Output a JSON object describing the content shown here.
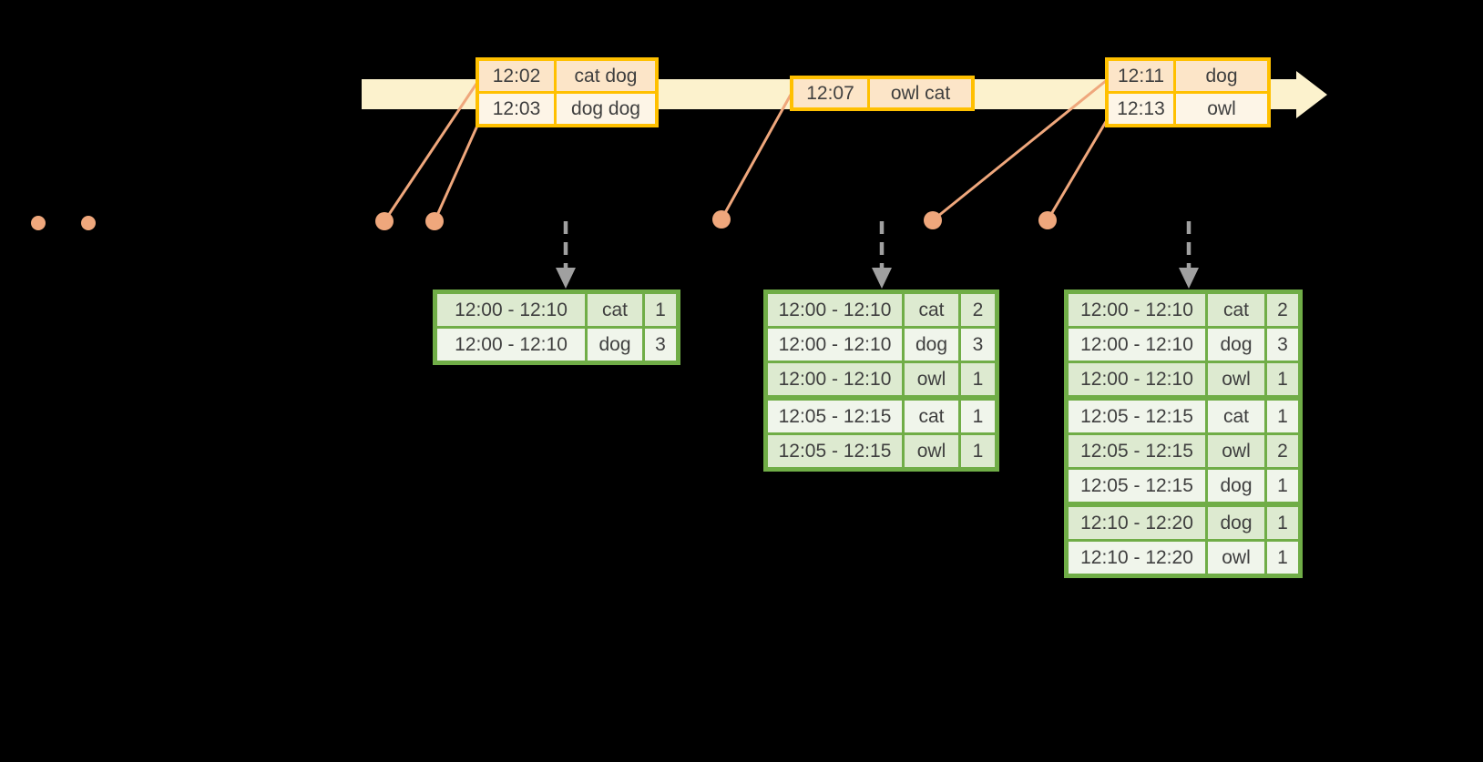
{
  "colors": {
    "background": "#000000",
    "timeline_band": "#fcf2cd",
    "event_table_border": "#ffc000",
    "event_row_dark": "#fce5c8",
    "event_row_light": "#fdf5e7",
    "connector_salmon": "#efa77c",
    "result_table_border": "#70ad47",
    "result_row_dark": "#ddead0",
    "result_row_light": "#f0f5eb",
    "trigger_arrow_gray": "#a0a0a0",
    "text": "#3f3f3f"
  },
  "icons": {
    "event_dot": "filled-circle",
    "trigger_arrow": "dashed-down-arrow",
    "timeline_arrow": "right-arrow-band"
  },
  "event_tables": [
    {
      "rows": [
        {
          "time": "12:02",
          "words": "cat dog"
        },
        {
          "time": "12:03",
          "words": "dog dog"
        }
      ]
    },
    {
      "rows": [
        {
          "time": "12:07",
          "words": "owl cat"
        }
      ]
    },
    {
      "rows": [
        {
          "time": "12:11",
          "words": "dog"
        },
        {
          "time": "12:13",
          "words": "owl"
        }
      ]
    }
  ],
  "result_tables": [
    {
      "rows": [
        {
          "window": "12:00 - 12:10",
          "word": "cat",
          "count": "1"
        },
        {
          "window": "12:00 - 12:10",
          "word": "dog",
          "count": "3"
        }
      ]
    },
    {
      "rows": [
        {
          "window": "12:00 - 12:10",
          "word": "cat",
          "count": "2"
        },
        {
          "window": "12:00 - 12:10",
          "word": "dog",
          "count": "3"
        },
        {
          "window": "12:00 - 12:10",
          "word": "owl",
          "count": "1"
        },
        {
          "window": "12:05 - 12:15",
          "word": "cat",
          "count": "1"
        },
        {
          "window": "12:05 - 12:15",
          "word": "owl",
          "count": "1"
        }
      ]
    },
    {
      "rows": [
        {
          "window": "12:00 - 12:10",
          "word": "cat",
          "count": "2"
        },
        {
          "window": "12:00 - 12:10",
          "word": "dog",
          "count": "3"
        },
        {
          "window": "12:00 - 12:10",
          "word": "owl",
          "count": "1"
        },
        {
          "window": "12:05 - 12:15",
          "word": "cat",
          "count": "1"
        },
        {
          "window": "12:05 - 12:15",
          "word": "owl",
          "count": "2"
        },
        {
          "window": "12:05 - 12:15",
          "word": "dog",
          "count": "1"
        },
        {
          "window": "12:10 - 12:20",
          "word": "dog",
          "count": "1"
        },
        {
          "window": "12:10 - 12:20",
          "word": "owl",
          "count": "1"
        }
      ]
    }
  ]
}
